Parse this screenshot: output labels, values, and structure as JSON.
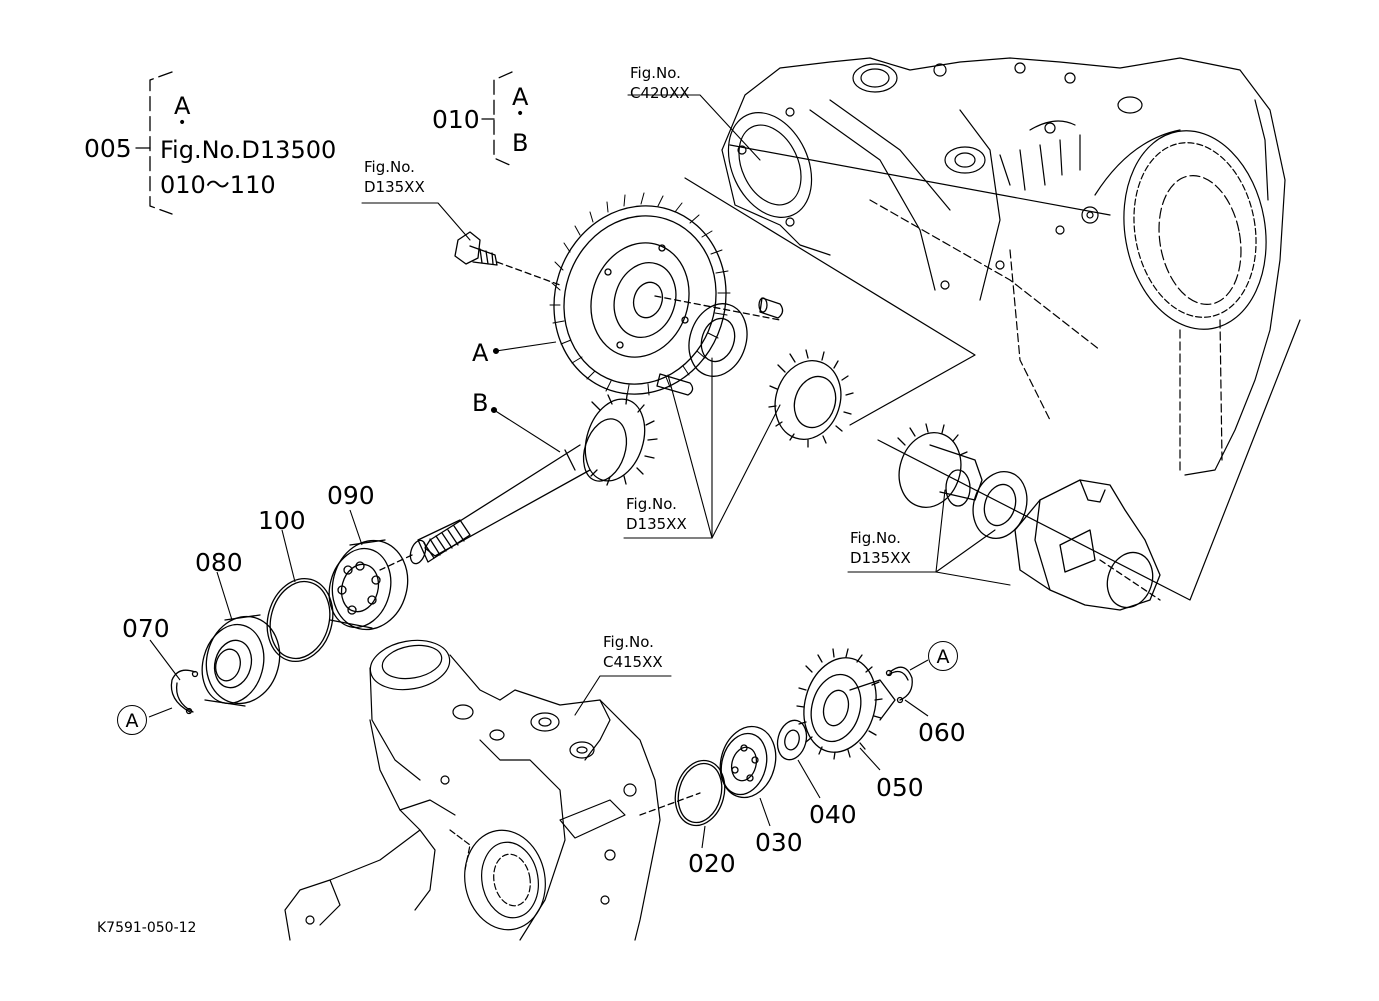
{
  "ref_005": {
    "number": "005",
    "line1": "A",
    "dot": "•",
    "line2": "Fig.No.D13500",
    "line3": "010～110"
  },
  "ref_010": {
    "number": "010",
    "line1": "A",
    "dot": "•",
    "line2": "B"
  },
  "fig_refs": [
    {
      "line1": "Fig.No.",
      "line2": "C420XX"
    },
    {
      "line1": "Fig.No.",
      "line2": "D135XX"
    },
    {
      "line1": "Fig.No.",
      "line2": "D135XX"
    },
    {
      "line1": "Fig.No.",
      "line2": "D135XX"
    },
    {
      "line1": "Fig.No.",
      "line2": "C415XX"
    }
  ],
  "parts": {
    "p020": "020",
    "p030": "030",
    "p040": "040",
    "p050": "050",
    "p060": "060",
    "p070": "070",
    "p080": "080",
    "p090": "090",
    "p100": "100"
  },
  "markers": {
    "gear_a": "A",
    "shaft_b": "B",
    "circle_a_left": "A",
    "circle_a_right": "A"
  },
  "drawing_code": "K7591-050-12"
}
